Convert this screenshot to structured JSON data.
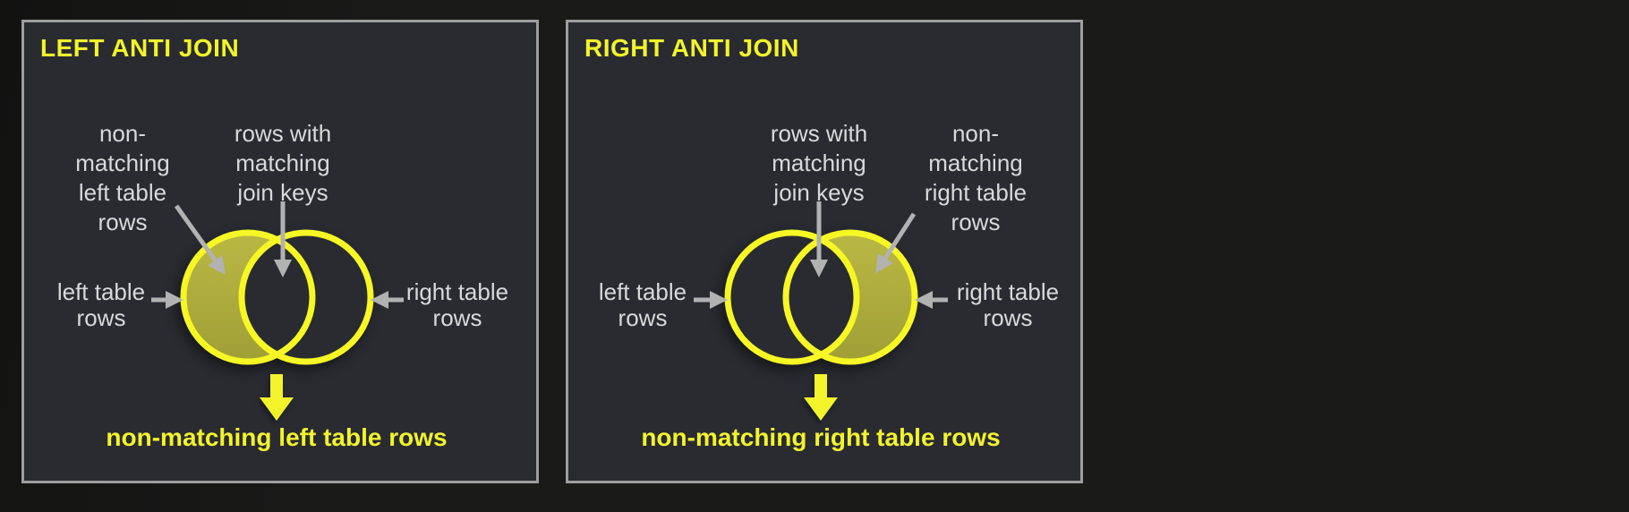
{
  "colors": {
    "page_background": "#1a1a19",
    "panel_background": "#292b31",
    "panel_border": "#9e9e9e",
    "accent_yellow": "#f3f32b",
    "circle_outline_yellow": "#f7f725",
    "highlight_olive": "#aeac3d",
    "label_gray": "#d9d9d9",
    "arrow_gray": "#b2b2b2"
  },
  "panels": [
    {
      "title": "LEFT ANTI JOIN",
      "highlighted_region": "left-circle-only",
      "callouts": {
        "non_matching": "non-\nmatching\nleft table\nrows",
        "matching": "rows with\nmatching\njoin keys",
        "left_table": "left table\nrows",
        "right_table": "right table\nrows"
      },
      "result": "non-matching left table rows"
    },
    {
      "title": "RIGHT ANTI JOIN",
      "highlighted_region": "right-circle-only",
      "callouts": {
        "matching": "rows with\nmatching\njoin keys",
        "non_matching": "non-\nmatching\nright table\nrows",
        "left_table": "left table\nrows",
        "right_table": "right table\nrows"
      },
      "result": "non-matching right table rows"
    }
  ]
}
